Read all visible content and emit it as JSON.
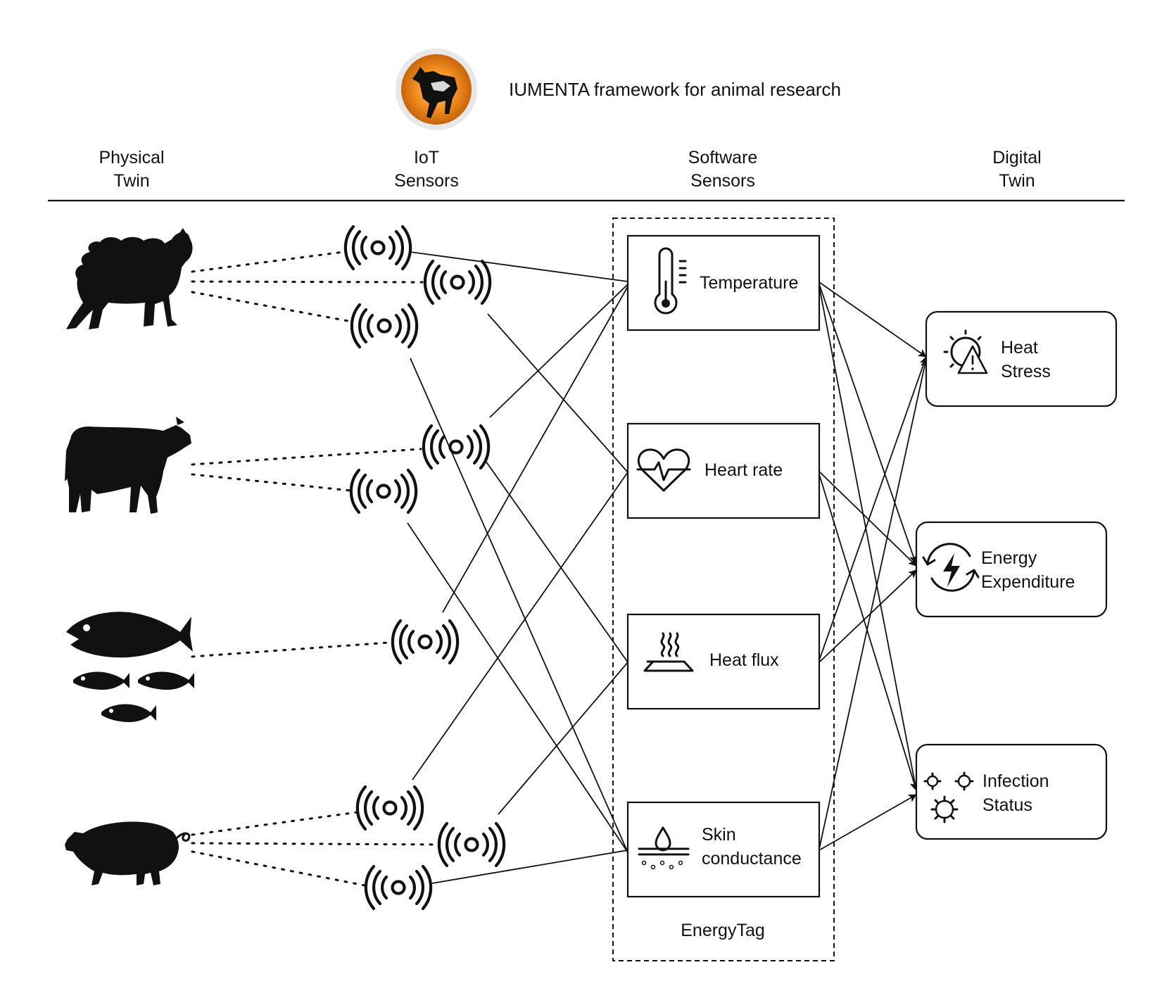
{
  "title": "IUMENTA framework for animal research",
  "columns": [
    {
      "line1": "Physical",
      "line2": "Twin"
    },
    {
      "line1": "IoT",
      "line2": "Sensors"
    },
    {
      "line1": "Software",
      "line2": "Sensors"
    },
    {
      "line1": "Digital",
      "line2": "Twin"
    }
  ],
  "animals": [
    {
      "name": "sheep",
      "icon": "sheep-icon"
    },
    {
      "name": "cow",
      "icon": "cow-icon"
    },
    {
      "name": "fish",
      "icon": "fish-icon"
    },
    {
      "name": "pig",
      "icon": "pig-icon"
    }
  ],
  "software_sensors": {
    "group_label": "EnergyTag",
    "items": [
      {
        "id": "temperature",
        "icon": "thermometer-icon",
        "lines": [
          "Temperature"
        ]
      },
      {
        "id": "heart-rate",
        "icon": "heart-pulse-icon",
        "lines": [
          "Heart rate"
        ]
      },
      {
        "id": "heat-flux",
        "icon": "heat-flux-icon",
        "lines": [
          "Heat flux"
        ]
      },
      {
        "id": "skin-conductance",
        "icon": "skin-droplet-icon",
        "lines": [
          "Skin",
          "conductance"
        ]
      }
    ]
  },
  "digital_twin": [
    {
      "id": "heat-stress",
      "icon": "sun-warning-icon",
      "lines": [
        "Heat",
        "Stress"
      ]
    },
    {
      "id": "energy-expenditure",
      "icon": "energy-cycle-icon",
      "lines": [
        "Energy",
        "Expenditure"
      ]
    },
    {
      "id": "infection-status",
      "icon": "virus-icon",
      "lines": [
        "Infection",
        "Status"
      ]
    }
  ],
  "logo": {
    "icon": "bull-logo-icon",
    "accent": "#f08c1e"
  }
}
